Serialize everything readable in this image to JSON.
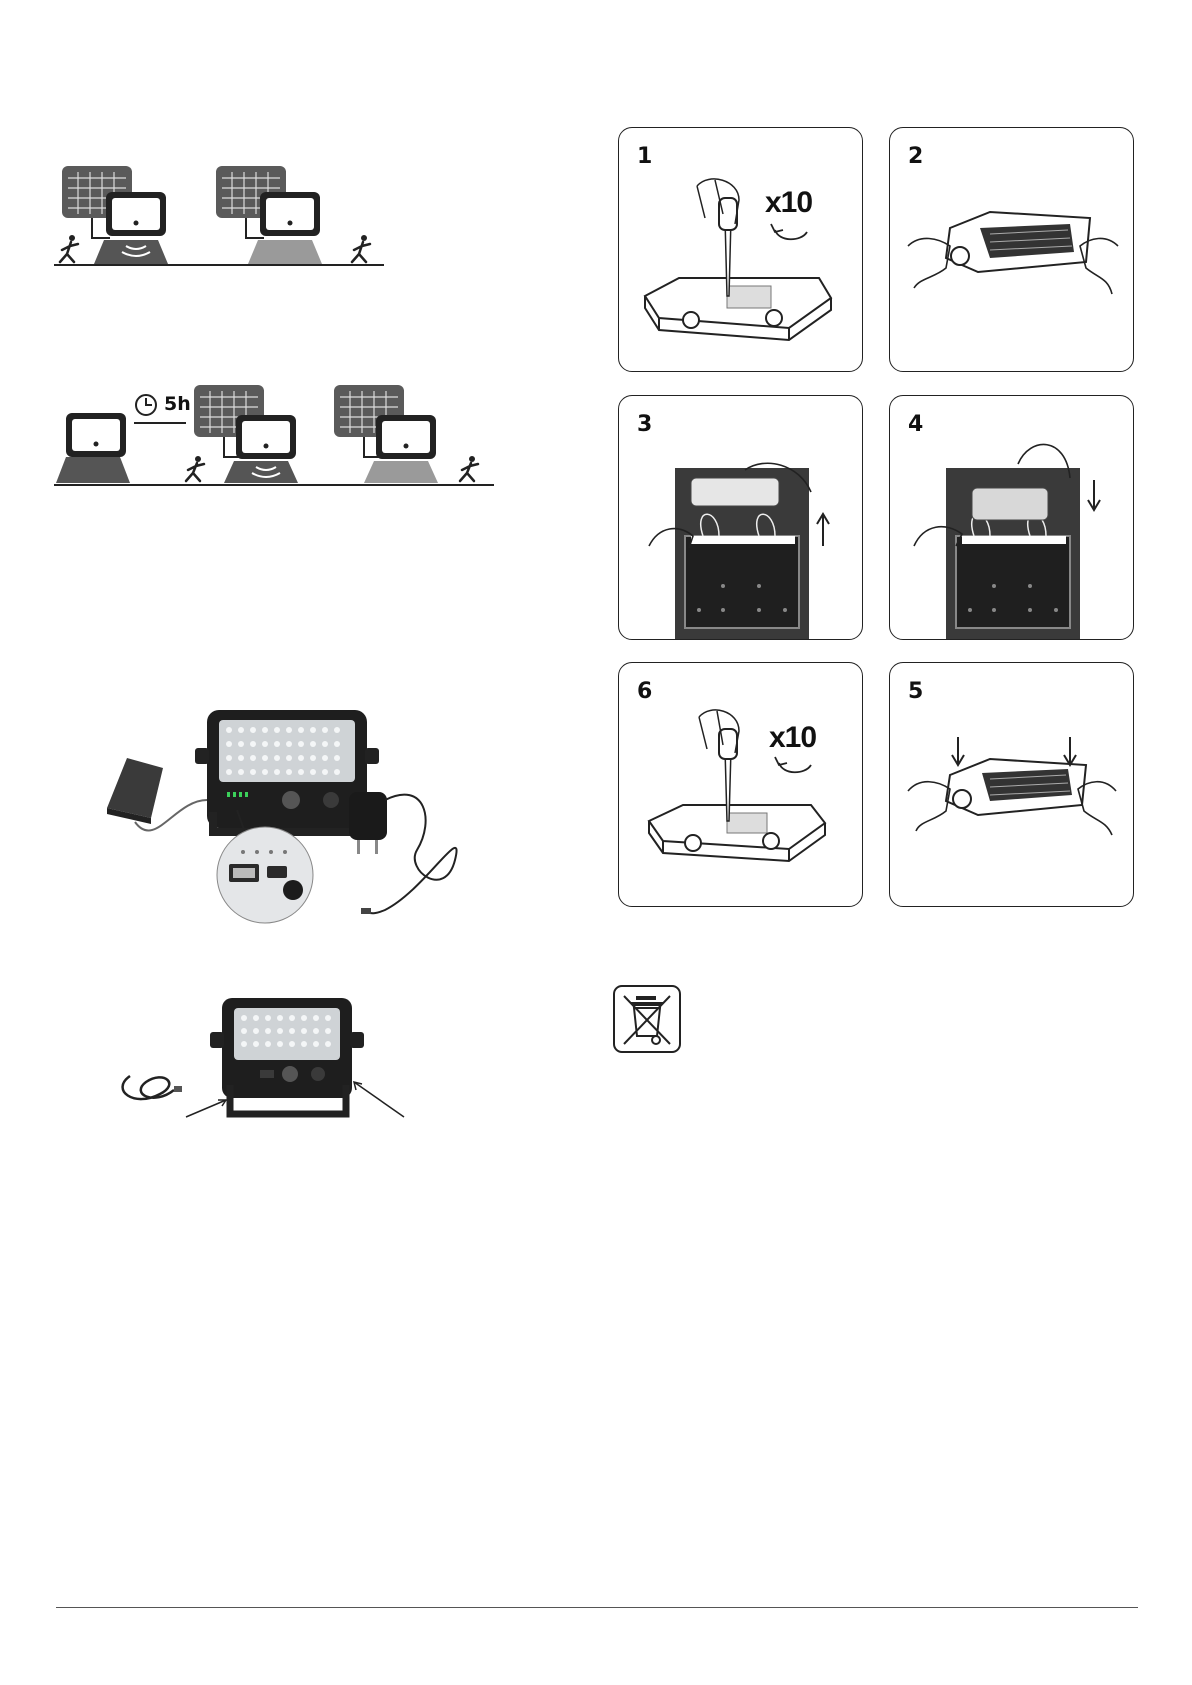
{
  "steps": [
    {
      "id": "1",
      "label": "1",
      "multiplier": "x10"
    },
    {
      "id": "2",
      "label": "2"
    },
    {
      "id": "3",
      "label": "3"
    },
    {
      "id": "4",
      "label": "4"
    },
    {
      "id": "6",
      "label": "6",
      "multiplier": "x10"
    },
    {
      "id": "5",
      "label": "5"
    }
  ],
  "timer": {
    "label": "5h"
  },
  "icons": {
    "solar_panel": "solar-panel-icon",
    "floodlight": "floodlight-icon",
    "motion_wave": "motion-wave-icon",
    "runner": "runner-icon",
    "clock": "clock-icon",
    "screwdriver": "screwdriver-icon",
    "rotate_arrow": "rotate-arrow-icon",
    "weee_bin": "crossed-out-bin-icon"
  },
  "colors": {
    "line": "#222222",
    "panel": "#5a5a5a",
    "light_beam": "#9a9a9a",
    "beam_dark": "#555555"
  }
}
